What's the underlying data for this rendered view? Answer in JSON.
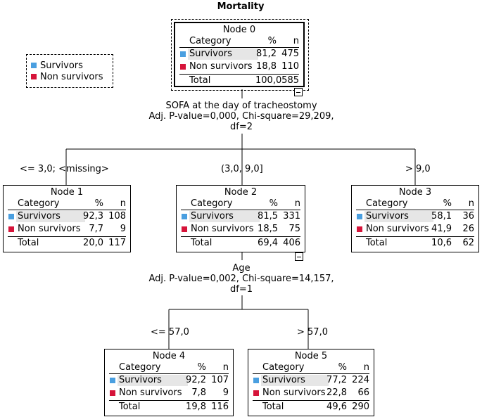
{
  "title": "Mortality",
  "colors": {
    "survivors": "#4a9fe0",
    "non_survivors": "#d6143a"
  },
  "legend": [
    {
      "label": "Survivors",
      "color_key": "survivors"
    },
    {
      "label": "Non survivors",
      "color_key": "non_survivors"
    }
  ],
  "columns": {
    "category": "Category",
    "pct": "%",
    "n": "n"
  },
  "nodes": {
    "n0": {
      "title": "Node 0",
      "rows": [
        {
          "cat": "Survivors",
          "pct": "81,2",
          "n": "475"
        },
        {
          "cat": "Non survivors",
          "pct": "18,8",
          "n": "110"
        }
      ],
      "total": {
        "label": "Total",
        "pct": "100,0",
        "n": "585"
      }
    },
    "n1": {
      "title": "Node 1",
      "rows": [
        {
          "cat": "Survivors",
          "pct": "92,3",
          "n": "108"
        },
        {
          "cat": "Non survivors",
          "pct": "7,7",
          "n": "9"
        }
      ],
      "total": {
        "label": "Total",
        "pct": "20,0",
        "n": "117"
      }
    },
    "n2": {
      "title": "Node 2",
      "rows": [
        {
          "cat": "Survivors",
          "pct": "81,5",
          "n": "331"
        },
        {
          "cat": "Non survivors",
          "pct": "18,5",
          "n": "75"
        }
      ],
      "total": {
        "label": "Total",
        "pct": "69,4",
        "n": "406"
      }
    },
    "n3": {
      "title": "Node 3",
      "rows": [
        {
          "cat": "Survivors",
          "pct": "58,1",
          "n": "36"
        },
        {
          "cat": "Non survivors",
          "pct": "41,9",
          "n": "26"
        }
      ],
      "total": {
        "label": "Total",
        "pct": "10,6",
        "n": "62"
      }
    },
    "n4": {
      "title": "Node 4",
      "rows": [
        {
          "cat": "Survivors",
          "pct": "92,2",
          "n": "107"
        },
        {
          "cat": "Non survivors",
          "pct": "7,8",
          "n": "9"
        }
      ],
      "total": {
        "label": "Total",
        "pct": "19,8",
        "n": "116"
      }
    },
    "n5": {
      "title": "Node 5",
      "rows": [
        {
          "cat": "Survivors",
          "pct": "77,2",
          "n": "224"
        },
        {
          "cat": "Non survivors",
          "pct": "22,8",
          "n": "66"
        }
      ],
      "total": {
        "label": "Total",
        "pct": "49,6",
        "n": "290"
      }
    }
  },
  "splits": {
    "s1": {
      "variable": "SOFA at the day of tracheostomy",
      "stats": "Adj. P-value=0,000, Chi-square=29,209,",
      "df": "df=2"
    },
    "s2": {
      "variable": "Age",
      "stats": "Adj. P-value=0,002, Chi-square=14,157,",
      "df": "df=1"
    }
  },
  "branches": {
    "b1": "<= 3,0; <missing>",
    "b2": "(3,0, 9,0]",
    "b3": "> 9,0",
    "b4": "<= 57,0",
    "b5": "> 57,0"
  }
}
